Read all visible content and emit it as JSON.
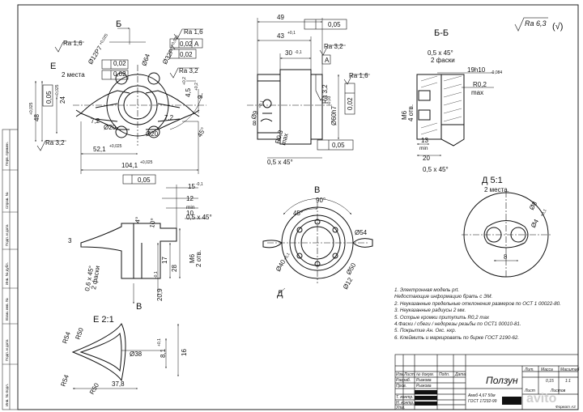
{
  "roughness_general": "Ra 6,3",
  "roughness_general_paren": "(√)",
  "top_left": {
    "section_letter": "Б",
    "ra": [
      "Ra 1,6",
      "Ra 1,6",
      "Ra 3,2",
      "Ra 3,2"
    ],
    "view_e_label": "Е",
    "two_places": "2 места",
    "thread": "Ø12P7",
    "thread_tol": "+0,025",
    "dia64": "Ø64",
    "dia32": "Ø32P7",
    "dia32_tol": "+0,025",
    "tol_002": "0,02",
    "tol_002b": "0,02",
    "tol_002c": "0,02",
    "tol_002d": "0,02",
    "datum_a": "A",
    "dim_24": "24",
    "dim_24_tol": "+0,025",
    "dim_48": "48",
    "dim_48_tol": "+0,025",
    "tol_005_left": "0,05",
    "dim_72a": "7,2",
    "dim_72b": "7,2",
    "dia20a": "Ø20",
    "dia20b": "Ø20",
    "dim_45": "4,5",
    "dim_45_tol": "+0,2",
    "dim_9": "9",
    "dim_9_tol": "+0,2",
    "angle_45": "45°",
    "dim_521": "52,1",
    "dim_521_tol": "+0,025",
    "dim_1041": "104,1",
    "dim_1041_tol": "+0,025",
    "tol_005_bottom": "0,05"
  },
  "top_middle": {
    "dim_49": "49",
    "dim_43": "43",
    "dim_43_tol": "+0,1",
    "tol_005": "0,05",
    "dim_30": "30",
    "dim_30_tol": "-0,1",
    "ra32a": "Ra 3,2",
    "ra32b": "Ra 3,2",
    "ra16": "Ra 1,6",
    "datum_a": "A",
    "dia9": "Ø9",
    "dia9_tol": "+0,1",
    "dim_8": "8",
    "r03": "R0,3",
    "max": "max",
    "dia60": "Ø60h7",
    "dia60_tol": "-0,03",
    "tol_002": "0,02",
    "tol_005b": "0,05",
    "chamfer": "0,5 x 45°"
  },
  "top_right": {
    "title": "Б-Б",
    "chamfer": "0,5 x 45°",
    "two_chamfers": "2 фаски",
    "dia19": "19h10",
    "dia19_tol": "-0,084",
    "r02": "R0,2",
    "max": "max",
    "thread": "M6",
    "four_holes": "4 отв.",
    "dim_13": "13",
    "min": "min",
    "dim_20": "20",
    "chamfer_bottom": "0,5 x 45°"
  },
  "mid_left": {
    "dim_15": "15",
    "dim_15_tol": "-0,1",
    "dim_12": "12",
    "min": "min",
    "dim_10": "10",
    "chamfer": "0,5 x 45°",
    "angle_4": "4°",
    "angle_10": "10°",
    "dim_3": "3",
    "dim_28": "28",
    "dim_17": "17",
    "thread": "M6",
    "two_holes": "2 отв.",
    "chamfer_v": "0,6 x 45°",
    "two_chamfers": "2 фаски",
    "dim_209": "20,9",
    "dim_209_tol": "-0,1",
    "arrow_v": "В"
  },
  "mid_center": {
    "title": "В",
    "angle_90": "90°",
    "angle_45": "45°",
    "dia54": "Ø54",
    "dia40": "Ø40",
    "dia40_tol": "+0,1",
    "dia50": "Ø50",
    "dia12": "Ø12",
    "arrow_d": "Д"
  },
  "mid_right": {
    "title": "Д 5:1",
    "subtitle": "2 места.",
    "dia8": "Ø8",
    "dia4": "Ø4",
    "dia4_tol": "+0,1",
    "dim_8": "8"
  },
  "bottom_left": {
    "title": "Е 2:1",
    "r50a": "R50",
    "r54a": "R54",
    "r54b": "R54",
    "r50b": "R50",
    "dia38": "Ø38",
    "dim_81": "8,1",
    "dim_81_tol": "+0,1",
    "dim_16": "16",
    "dim_378": "37,8"
  },
  "notes": [
    "1. Электронная модель                                  prt.",
    "Недостающие информацию брать с ЭМ.",
    "2. Неуказанные предельные отклонения размеров по ОСТ 1 00022-80.",
    "3. Неуказанные радиусы 2 мм.",
    "5. Острые кромки притупить R0,2 max",
    "4.Фаски / сбеги / недорезы резьбы по ОСТ1 00010-81.",
    "5. Покрытие Ан. Окс. нхр.",
    "6. Клеймить и маркировать по бирке ГОСТ 2190-62."
  ],
  "title_block": {
    "part_name": "Ползун",
    "material1": "Амгб 4,67 50м",
    "material2": "ГОСТ 17232-99",
    "headers": [
      "Лит.",
      "Масса",
      "Масштаб"
    ],
    "mass": "0,15",
    "scale": "1:1",
    "row_labels": [
      "Изм.",
      "Лист",
      "№ докум.",
      "Подп.",
      "Дата"
    ],
    "roles": [
      "Разраб.",
      "Пров.",
      "Т. контр.",
      "Н. контр.",
      "Утв."
    ],
    "names": [
      "Рыжова",
      "Рыжова"
    ],
    "sheet": "Лист",
    "sheets": "Листов"
  },
  "side_stamps": [
    "Перв. примен.",
    "Справ. №",
    "Подп. и дата",
    "Инв. № дубл.",
    "Взам. инв. №",
    "Подп. и дата",
    "Инв. № подл."
  ],
  "format": "Формат A3",
  "watermark": "avito"
}
